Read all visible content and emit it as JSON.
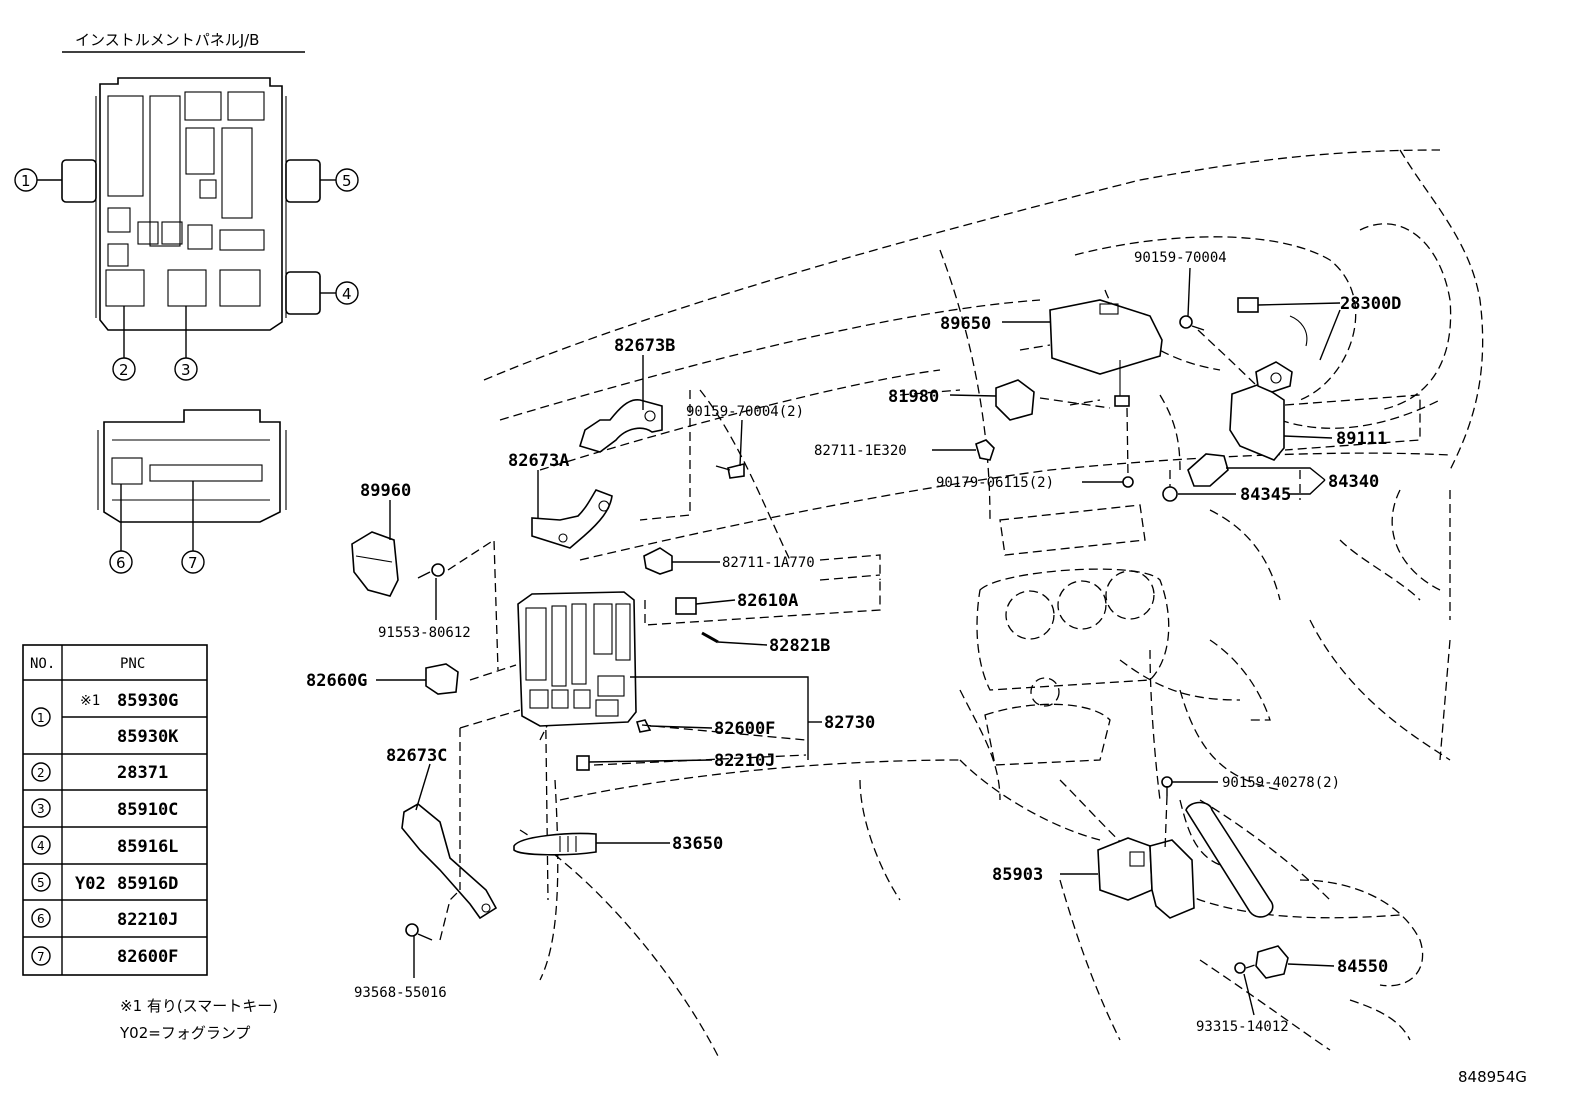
{
  "header": {
    "title": "インストルメントパネルJ/B"
  },
  "callouts": {
    "jb_top": [
      "1",
      "2",
      "3",
      "4",
      "5"
    ],
    "jb_bottom": [
      "6",
      "7"
    ]
  },
  "table": {
    "headers": [
      "NO.",
      "PNC"
    ],
    "rows": [
      {
        "no": "1",
        "note": "※1",
        "pnc": "85930G"
      },
      {
        "no": "",
        "note": "",
        "pnc": "85930K"
      },
      {
        "no": "2",
        "note": "",
        "pnc": "28371"
      },
      {
        "no": "3",
        "note": "",
        "pnc": "85910C"
      },
      {
        "no": "4",
        "note": "",
        "pnc": "85916L"
      },
      {
        "no": "5",
        "note": "Y02",
        "pnc": "85916D"
      },
      {
        "no": "6",
        "note": "",
        "pnc": "82210J"
      },
      {
        "no": "7",
        "note": "",
        "pnc": "82600F"
      }
    ]
  },
  "notes": {
    "n1": "※1 有り(スマートキー)",
    "n2": "Y02=フォグランプ"
  },
  "parts": {
    "p82673B": "82673B",
    "p90159_70004_2": "90159-70004(2)",
    "p82673A": "82673A",
    "p89960": "89960",
    "p82711_1A770": "82711-1A770",
    "p82610A": "82610A",
    "p91553": "91553-80612",
    "p82821B": "82821B",
    "p82660G": "82660G",
    "p82600F": "82600F",
    "p82730": "82730",
    "p82210J": "82210J",
    "p82673C": "82673C",
    "p83650": "83650",
    "p93568": "93568-55016",
    "p90159_70004": "90159-70004",
    "p89650": "89650",
    "p28300D": "28300D",
    "p81980": "81980",
    "p82711_1E320": "82711-1E320",
    "p89111": "89111",
    "p90179": "90179-06115(2)",
    "p84345": "84345",
    "p84340": "84340",
    "p90159_40278": "90159-40278(2)",
    "p85903": "85903",
    "p84550": "84550",
    "p93315": "93315-14012"
  },
  "footer": {
    "code": "848954G"
  }
}
